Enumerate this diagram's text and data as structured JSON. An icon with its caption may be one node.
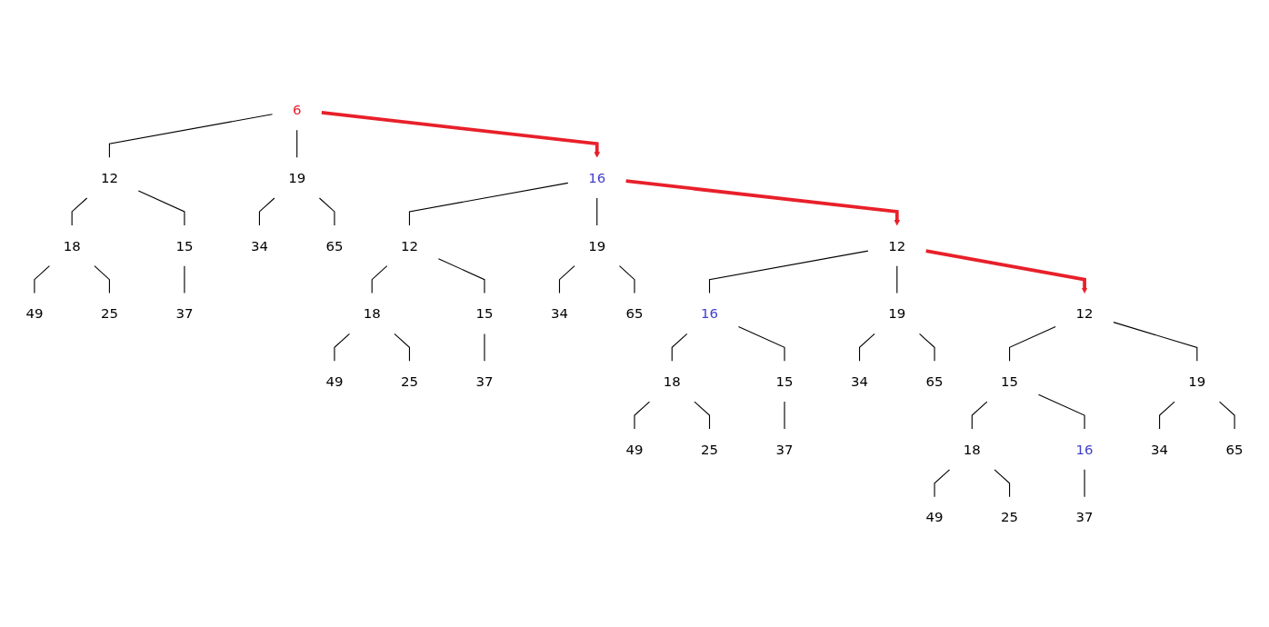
{
  "diagram": {
    "nodes": [
      {
        "text": [
          "6"
        ]
      },
      {
        "text": [
          "12"
        ]
      },
      {
        "text": [
          "19"
        ]
      },
      {
        "text": [
          "18"
        ]
      },
      {
        "text": [
          "15"
        ]
      },
      {
        "text": [
          "34"
        ]
      },
      {
        "text": [
          "65"
        ]
      },
      {
        "text": [
          "49"
        ]
      },
      {
        "text": [
          "25"
        ]
      },
      {
        "text": [
          "37"
        ]
      },
      {
        "text": [
          "16"
        ]
      },
      {
        "text": [
          "12"
        ]
      },
      {
        "text": [
          "19"
        ]
      },
      {
        "text": [
          "18"
        ]
      },
      {
        "text": [
          "15"
        ]
      },
      {
        "text": [
          "34"
        ]
      },
      {
        "text": [
          "65"
        ]
      },
      {
        "text": [
          "49"
        ]
      },
      {
        "text": [
          "25"
        ]
      },
      {
        "text": [
          "37"
        ]
      },
      {
        "text": [
          "12"
        ]
      },
      {
        "text": [
          "16"
        ]
      },
      {
        "text": [
          "19"
        ]
      },
      {
        "text": [
          "18"
        ]
      },
      {
        "text": [
          "15"
        ]
      },
      {
        "text": [
          "34"
        ]
      },
      {
        "text": [
          "65"
        ]
      },
      {
        "text": [
          "49"
        ]
      },
      {
        "text": [
          "25"
        ]
      },
      {
        "text": [
          "37"
        ]
      },
      {
        "text": [
          "12"
        ]
      },
      {
        "text": [
          "15"
        ]
      },
      {
        "text": [
          "19"
        ]
      },
      {
        "text": [
          "18"
        ]
      },
      {
        "text": [
          "16"
        ]
      },
      {
        "text": [
          "34"
        ]
      },
      {
        "text": [
          "65"
        ]
      },
      {
        "text": [
          "49"
        ]
      },
      {
        "text": [
          "25"
        ]
      },
      {
        "text": [
          "37"
        ]
      }
    ],
    "edges": [
      {
        "from": 0,
        "to": 1,
        "arrow": "none"
      },
      {
        "from": 0,
        "to": 2,
        "arrow": "none"
      },
      {
        "from": 1,
        "to": 3,
        "arrow": "none"
      },
      {
        "from": 1,
        "to": 4,
        "arrow": "none"
      },
      {
        "from": 2,
        "to": 5,
        "arrow": "none"
      },
      {
        "from": 2,
        "to": 6,
        "arrow": "none"
      },
      {
        "from": 3,
        "to": 7,
        "arrow": "none"
      },
      {
        "from": 3,
        "to": 8,
        "arrow": "none"
      },
      {
        "from": 4,
        "to": 9,
        "arrow": "none"
      },
      {
        "from": 0,
        "to": 10,
        "arrow": "to",
        "style": "thick",
        "color": "#e8202a"
      },
      {
        "from": 10,
        "to": 11,
        "arrow": "none"
      },
      {
        "from": 10,
        "to": 12,
        "arrow": "none"
      },
      {
        "from": 11,
        "to": 13,
        "arrow": "none"
      },
      {
        "from": 11,
        "to": 14,
        "arrow": "none"
      },
      {
        "from": 12,
        "to": 15,
        "arrow": "none"
      },
      {
        "from": 12,
        "to": 16,
        "arrow": "none"
      },
      {
        "from": 13,
        "to": 17,
        "arrow": "none"
      },
      {
        "from": 13,
        "to": 18,
        "arrow": "none"
      },
      {
        "from": 14,
        "to": 19,
        "arrow": "none"
      },
      {
        "from": 10,
        "to": 20,
        "arrow": "to",
        "style": "thick",
        "color": "#e8202a"
      },
      {
        "from": 20,
        "to": 21,
        "arrow": "none"
      },
      {
        "from": 20,
        "to": 22,
        "arrow": "none"
      },
      {
        "from": 21,
        "to": 23,
        "arrow": "none"
      },
      {
        "from": 21,
        "to": 24,
        "arrow": "none"
      },
      {
        "from": 22,
        "to": 25,
        "arrow": "none"
      },
      {
        "from": 22,
        "to": 26,
        "arrow": "none"
      },
      {
        "from": 23,
        "to": 27,
        "arrow": "none"
      },
      {
        "from": 23,
        "to": 28,
        "arrow": "none"
      },
      {
        "from": 24,
        "to": 29,
        "arrow": "none"
      },
      {
        "from": 20,
        "to": 30,
        "arrow": "to",
        "style": "thick",
        "color": "#e8202a"
      },
      {
        "from": 30,
        "to": 31,
        "arrow": "none"
      },
      {
        "from": 30,
        "to": 32,
        "arrow": "none"
      },
      {
        "from": 31,
        "to": 33,
        "arrow": "none"
      },
      {
        "from": 31,
        "to": 34,
        "arrow": "none"
      },
      {
        "from": 32,
        "to": 35,
        "arrow": "none"
      },
      {
        "from": 32,
        "to": 36,
        "arrow": "none"
      },
      {
        "from": 33,
        "to": 37,
        "arrow": "none"
      },
      {
        "from": 33,
        "to": 38,
        "arrow": "none"
      },
      {
        "from": 34,
        "to": 39,
        "arrow": "none"
      }
    ]
  }
}
